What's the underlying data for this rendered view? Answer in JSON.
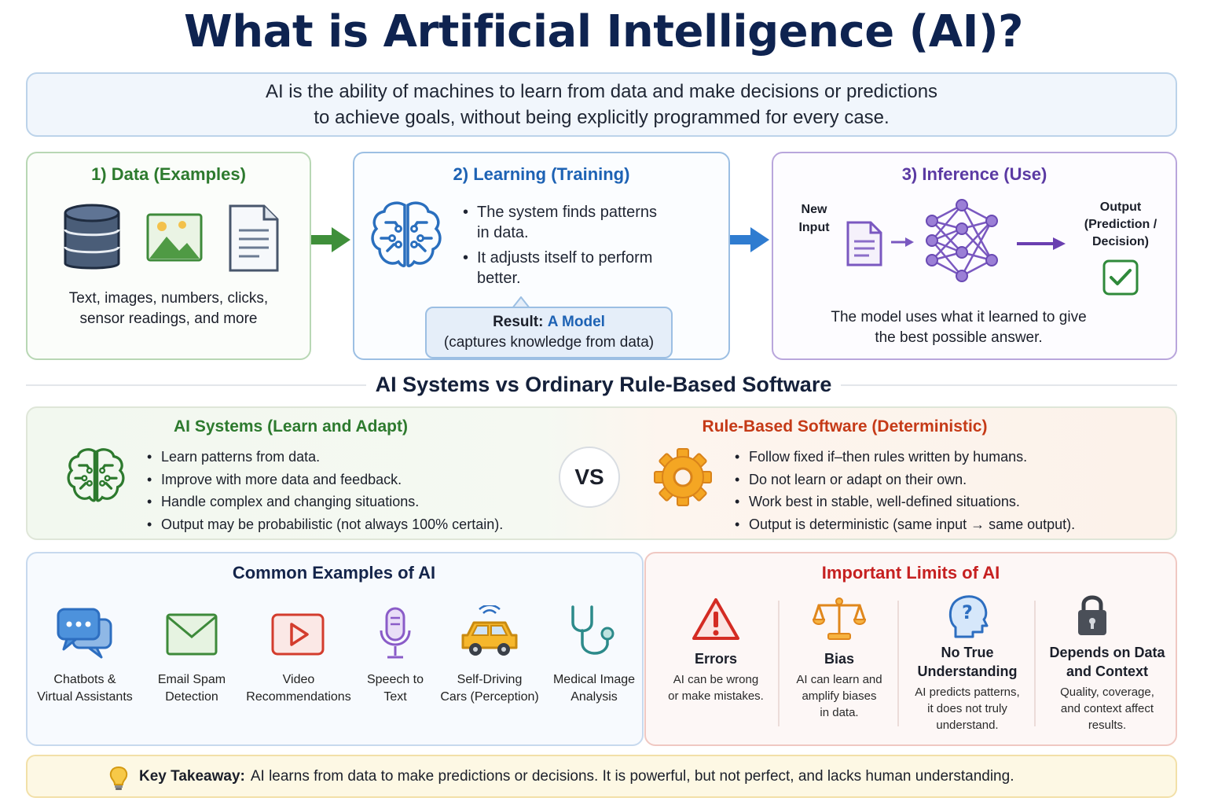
{
  "title": "What is Artificial Intelligence (AI)?",
  "definition": {
    "line1": "AI is the ability of machines to learn from data and make decisions or predictions",
    "line2": "to achieve goals, without being explicitly programmed for every case."
  },
  "steps": {
    "data": {
      "title": "1) Data (Examples)",
      "line1": "Text, images, numbers, clicks,",
      "line2": "sensor readings, and more",
      "icons": [
        "database-icon",
        "image-icon",
        "document-icon"
      ]
    },
    "learning": {
      "title": "2) Learning (Training)",
      "bullet1_a": "The system finds patterns",
      "bullet1_b": "in data.",
      "bullet2_a": "It adjusts itself to perform",
      "bullet2_b": "better.",
      "result_label": "Result:",
      "result_value": "A Model",
      "result_note": "(captures knowledge from data)"
    },
    "inference": {
      "title": "3) Inference (Use)",
      "input_line1": "New",
      "input_line2": "Input",
      "output_line1": "Output",
      "output_line2": "(Prediction /",
      "output_line3": "Decision)",
      "line1": "The model uses what it learned to give",
      "line2": "the best possible answer."
    }
  },
  "comparison": {
    "heading": "AI Systems vs Ordinary Rule-Based Software",
    "vs": "VS",
    "ai": {
      "title": "AI Systems (Learn and Adapt)",
      "bullets": [
        "Learn patterns from data.",
        "Improve with more data and feedback.",
        "Handle complex and changing situations.",
        "Output may be probabilistic (not always 100% certain)."
      ]
    },
    "rule": {
      "title": "Rule-Based Software (Deterministic)",
      "bullets": [
        "Follow fixed if–then rules written by humans.",
        "Do not learn or adapt on their own.",
        "Work best in stable, well-defined situations.",
        "Output is deterministic (same input → same output)."
      ]
    }
  },
  "examples": {
    "title": "Common Examples of AI",
    "items": [
      {
        "l1": "Chatbots &",
        "l2": "Virtual Assistants",
        "icon": "chat-bubbles-icon"
      },
      {
        "l1": "Email Spam",
        "l2": "Detection",
        "icon": "envelope-icon"
      },
      {
        "l1": "Video",
        "l2": "Recommendations",
        "icon": "play-button-icon"
      },
      {
        "l1": "Speech to",
        "l2": "Text",
        "icon": "microphone-icon"
      },
      {
        "l1": "Self-Driving",
        "l2": "Cars (Perception)",
        "icon": "car-icon"
      },
      {
        "l1": "Medical Image",
        "l2": "Analysis",
        "icon": "stethoscope-icon"
      }
    ]
  },
  "limits": {
    "title": "Important Limits of AI",
    "items": [
      {
        "h1": "Errors",
        "h2": "",
        "t1": "AI can be wrong",
        "t2": "or make mistakes.",
        "t3": "",
        "icon": "warning-icon"
      },
      {
        "h1": "Bias",
        "h2": "",
        "t1": "AI can learn and",
        "t2": "amplify biases",
        "t3": "in data.",
        "icon": "scales-icon"
      },
      {
        "h1": "No True",
        "h2": "Understanding",
        "t1": "AI predicts patterns,",
        "t2": "it does not truly",
        "t3": "understand.",
        "icon": "question-head-icon"
      },
      {
        "h1": "Depends on Data",
        "h2": "and Context",
        "t1": "Quality, coverage,",
        "t2": "and context affect",
        "t3": "results.",
        "icon": "padlock-icon"
      }
    ]
  },
  "takeaway": {
    "label": "Key Takeaway:",
    "text": "AI learns from data to make predictions or decisions. It is powerful, but not perfect, and lacks human understanding.",
    "icon": "lightbulb-icon"
  },
  "colors": {
    "title": "#0e2350",
    "data_green": "#2d7a2e",
    "learning_blue": "#1d62b4",
    "inference_purple": "#5b3aa3",
    "rule_orange": "#c53a17",
    "limits_red": "#c62020"
  }
}
